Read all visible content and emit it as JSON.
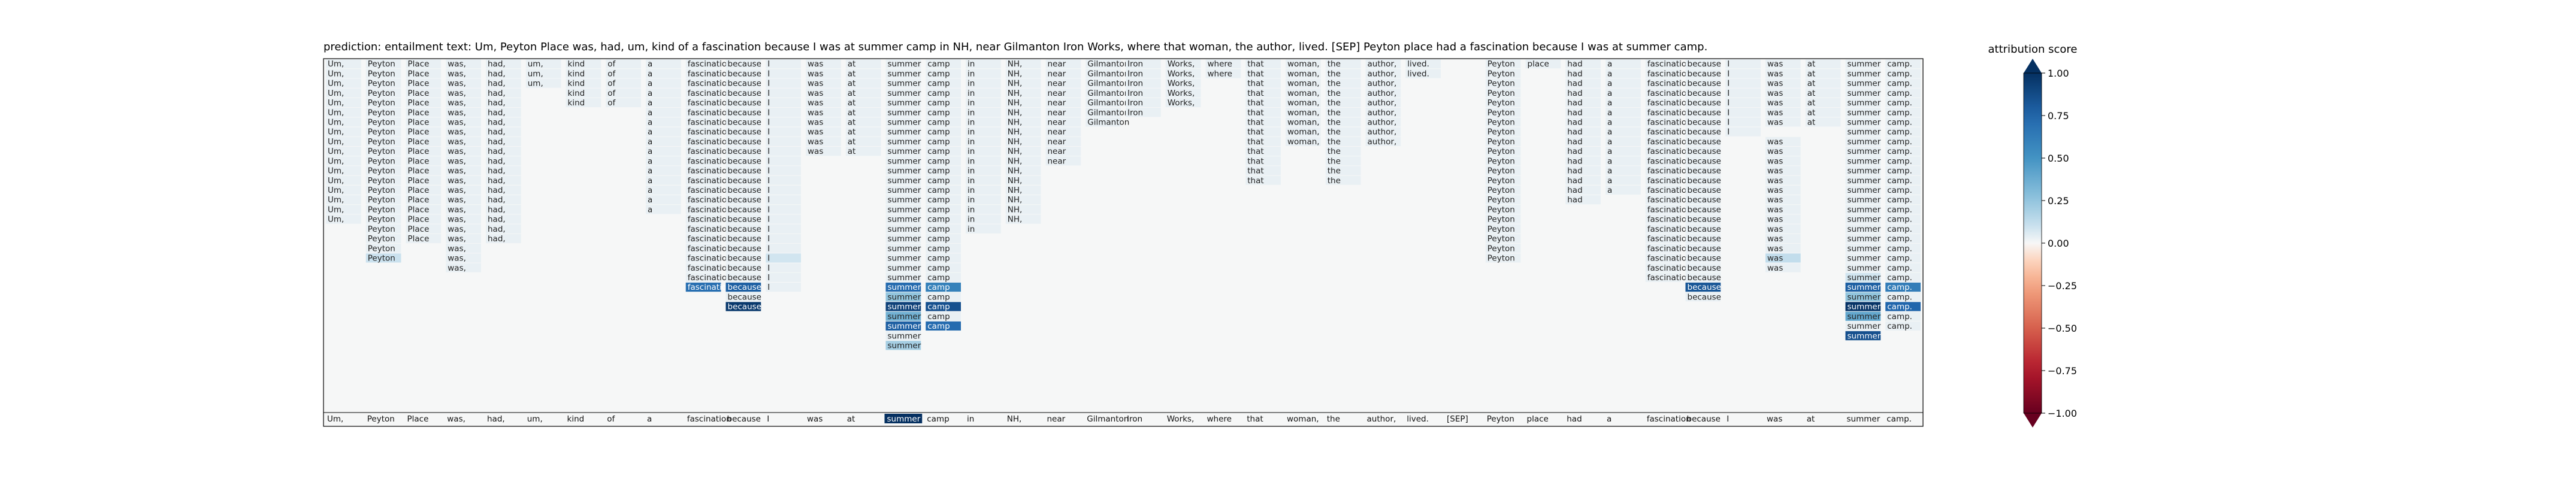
{
  "title": "prediction:  entailment     text:  Um, Peyton Place was, had, um, kind of a fascination because I was at summer camp in NH, near Gilmanton Iron Works, where that woman, the author, lived. [SEP] Peyton place had a fascination because I was at summer camp.",
  "colorbar_label": "attribution score",
  "colorbar_ticks": [
    "1.00",
    "0.75",
    "0.50",
    "0.25",
    "0.00",
    "−0.25",
    "−0.50",
    "−0.75",
    "−1.00"
  ],
  "chart_data": {
    "type": "heatmap",
    "title": "prediction:  entailment     text:  Um, Peyton Place was, had, um, kind of a fascination because I was at summer camp in NH, near Gilmanton Iron Works, where that woman, the author, lived. [SEP] Peyton place had a fascination because I was at summer camp.",
    "x_tokens": [
      "Um,",
      "Peyton",
      "Place",
      "was,",
      "had,",
      "um,",
      "kind",
      "of",
      "a",
      "fascination",
      "because",
      "I",
      "was",
      "at",
      "summer",
      "camp",
      "in",
      "NH,",
      "near",
      "Gilmanton",
      "Iron",
      "Works,",
      "where",
      "that",
      "woman,",
      "the",
      "author,",
      "lived.",
      "[SEP]",
      "Peyton",
      "place",
      "had",
      "a",
      "fascination",
      "because",
      "I",
      "was",
      "at",
      "summer",
      "camp."
    ],
    "row_count": 37,
    "color_scale": "RdBu",
    "value_range": [
      -1.0,
      1.0
    ],
    "visible_in_row": [
      [
        0,
        1,
        2,
        3,
        4,
        5,
        6,
        7,
        8,
        9,
        10,
        11,
        12,
        13,
        14,
        15,
        16,
        17,
        18,
        19,
        20,
        21,
        22,
        23,
        24,
        25,
        26,
        27,
        29,
        30,
        31,
        32,
        33,
        34,
        35,
        36,
        37,
        38,
        39
      ],
      [
        0,
        1,
        2,
        3,
        4,
        5,
        6,
        7,
        8,
        9,
        10,
        11,
        12,
        13,
        14,
        15,
        16,
        17,
        18,
        19,
        20,
        21,
        22,
        23,
        24,
        25,
        26,
        27,
        29,
        31,
        32,
        33,
        34,
        35,
        36,
        37,
        38,
        39
      ],
      [
        0,
        1,
        2,
        3,
        4,
        5,
        6,
        7,
        8,
        9,
        10,
        11,
        12,
        13,
        14,
        15,
        16,
        17,
        18,
        19,
        20,
        21,
        23,
        24,
        25,
        26,
        29,
        31,
        32,
        33,
        34,
        35,
        36,
        37,
        38,
        39
      ],
      [
        0,
        1,
        2,
        3,
        4,
        6,
        7,
        8,
        9,
        10,
        11,
        12,
        13,
        14,
        15,
        16,
        17,
        18,
        19,
        20,
        21,
        23,
        24,
        25,
        26,
        29,
        31,
        32,
        33,
        34,
        35,
        36,
        37,
        38,
        39
      ],
      [
        0,
        1,
        2,
        3,
        4,
        6,
        7,
        8,
        9,
        10,
        11,
        12,
        13,
        14,
        15,
        16,
        17,
        18,
        19,
        20,
        21,
        23,
        24,
        25,
        26,
        29,
        31,
        32,
        33,
        34,
        35,
        36,
        37,
        38,
        39
      ],
      [
        0,
        1,
        2,
        3,
        4,
        8,
        9,
        10,
        11,
        12,
        13,
        14,
        15,
        16,
        17,
        18,
        19,
        20,
        23,
        24,
        25,
        26,
        29,
        31,
        32,
        33,
        34,
        35,
        36,
        37,
        38,
        39
      ],
      [
        0,
        1,
        2,
        3,
        4,
        8,
        9,
        10,
        11,
        12,
        13,
        14,
        15,
        16,
        17,
        18,
        19,
        23,
        24,
        25,
        26,
        29,
        31,
        32,
        33,
        34,
        35,
        36,
        37,
        38,
        39
      ],
      [
        0,
        1,
        2,
        3,
        4,
        8,
        9,
        10,
        11,
        12,
        13,
        14,
        15,
        16,
        17,
        18,
        23,
        24,
        25,
        26,
        29,
        31,
        32,
        33,
        34,
        35,
        38,
        39
      ],
      [
        0,
        1,
        2,
        3,
        4,
        8,
        9,
        10,
        11,
        12,
        13,
        14,
        15,
        16,
        17,
        18,
        23,
        24,
        25,
        26,
        29,
        31,
        32,
        33,
        34,
        36,
        38,
        39
      ],
      [
        0,
        1,
        2,
        3,
        4,
        8,
        9,
        10,
        11,
        12,
        13,
        14,
        15,
        16,
        17,
        18,
        23,
        25,
        29,
        31,
        32,
        33,
        34,
        36,
        38,
        39
      ],
      [
        0,
        1,
        2,
        3,
        4,
        8,
        9,
        10,
        11,
        14,
        15,
        16,
        17,
        18,
        23,
        25,
        29,
        31,
        32,
        33,
        34,
        36,
        38,
        39
      ],
      [
        0,
        1,
        2,
        3,
        4,
        8,
        9,
        10,
        11,
        14,
        15,
        16,
        17,
        23,
        25,
        29,
        31,
        32,
        33,
        34,
        36,
        38,
        39
      ],
      [
        0,
        1,
        2,
        3,
        4,
        8,
        9,
        10,
        11,
        14,
        15,
        16,
        17,
        23,
        25,
        29,
        31,
        32,
        33,
        34,
        36,
        38,
        39
      ],
      [
        0,
        1,
        2,
        3,
        4,
        8,
        9,
        10,
        11,
        14,
        15,
        16,
        17,
        29,
        31,
        32,
        33,
        34,
        36,
        38,
        39
      ],
      [
        0,
        1,
        2,
        3,
        4,
        8,
        9,
        10,
        11,
        14,
        15,
        16,
        17,
        29,
        31,
        33,
        34,
        36,
        38,
        39
      ],
      [
        0,
        1,
        2,
        3,
        4,
        8,
        9,
        10,
        11,
        14,
        15,
        16,
        17,
        29,
        33,
        34,
        36,
        38,
        39
      ],
      [
        0,
        1,
        2,
        3,
        4,
        9,
        10,
        11,
        14,
        15,
        16,
        17,
        29,
        33,
        34,
        36,
        38,
        39
      ],
      [
        1,
        2,
        3,
        4,
        9,
        10,
        11,
        14,
        15,
        16,
        29,
        33,
        34,
        36,
        38,
        39
      ],
      [
        1,
        2,
        3,
        4,
        9,
        10,
        11,
        14,
        15,
        29,
        33,
        34,
        36,
        38,
        39
      ],
      [
        1,
        3,
        9,
        10,
        11,
        14,
        15,
        29,
        33,
        34,
        36,
        38,
        39
      ],
      [
        1,
        3,
        9,
        10,
        11,
        14,
        15,
        29,
        33,
        34,
        36,
        38,
        39
      ],
      [
        3,
        9,
        10,
        11,
        14,
        15,
        33,
        34,
        36,
        38,
        39
      ],
      [
        9,
        10,
        11,
        14,
        15,
        33,
        34,
        38,
        39
      ],
      [
        9,
        10,
        11,
        14,
        15,
        34,
        38,
        39
      ],
      [
        10,
        14,
        15,
        34,
        38,
        39
      ],
      [
        10,
        14,
        15,
        38,
        39
      ],
      [
        14,
        15,
        38,
        39
      ],
      [
        14,
        15,
        38,
        39
      ],
      [
        14,
        38
      ],
      [
        14
      ],
      [],
      [],
      [],
      [],
      [],
      [],
      []
    ],
    "highlighted_cells": [
      {
        "row": 20,
        "col": 1,
        "value": 0.1
      },
      {
        "row": 20,
        "col": 11,
        "value": 0.08
      },
      {
        "row": 20,
        "col": 36,
        "value": 0.12
      },
      {
        "row": 22,
        "col": 38,
        "value": 0.08
      },
      {
        "row": 23,
        "col": 9,
        "value": 0.7
      },
      {
        "row": 23,
        "col": 10,
        "value": 0.78
      },
      {
        "row": 23,
        "col": 14,
        "value": 0.72
      },
      {
        "row": 23,
        "col": 15,
        "value": 0.6
      },
      {
        "row": 23,
        "col": 34,
        "value": 0.82
      },
      {
        "row": 23,
        "col": 38,
        "value": 0.78
      },
      {
        "row": 23,
        "col": 39,
        "value": 0.62
      },
      {
        "row": 24,
        "col": 14,
        "value": 0.25
      },
      {
        "row": 24,
        "col": 38,
        "value": 0.25
      },
      {
        "row": 25,
        "col": 10,
        "value": 0.96
      },
      {
        "row": 25,
        "col": 14,
        "value": 0.92
      },
      {
        "row": 25,
        "col": 15,
        "value": 0.85
      },
      {
        "row": 25,
        "col": 38,
        "value": 0.98
      },
      {
        "row": 25,
        "col": 39,
        "value": 0.75
      },
      {
        "row": 26,
        "col": 14,
        "value": 0.35
      },
      {
        "row": 26,
        "col": 38,
        "value": 0.4
      },
      {
        "row": 27,
        "col": 14,
        "value": 0.78
      },
      {
        "row": 27,
        "col": 15,
        "value": 0.72
      },
      {
        "row": 28,
        "col": 38,
        "value": 0.85
      },
      {
        "row": 29,
        "col": 14,
        "value": 0.2
      },
      {
        "row": 37,
        "col": 14,
        "value": 1.0
      }
    ],
    "colorbar": {
      "label": "attribution score",
      "min": -1.0,
      "max": 1.0,
      "ticks": [
        1.0,
        0.75,
        0.5,
        0.25,
        0.0,
        -0.25,
        -0.5,
        -0.75,
        -1.0
      ]
    }
  }
}
